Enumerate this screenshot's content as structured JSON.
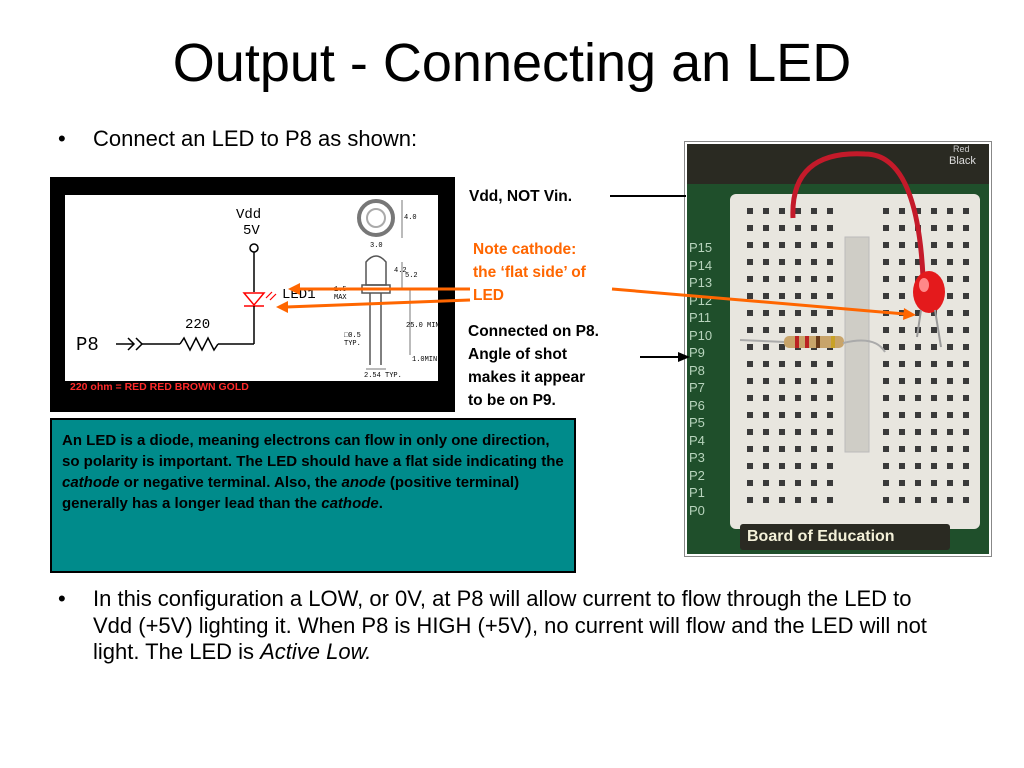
{
  "title": "Output - Connecting an LED",
  "bullets": {
    "symbol": "•",
    "first": "Connect an LED to P8 as shown:",
    "second_part1": "In this configuration a LOW, or 0V, at P8 will allow current to flow through the LED to Vdd (+5V) lighting it.  When P8 is HIGH (+5V), no current will flow and the LED will not light. The LED is ",
    "second_italic": "Active Low."
  },
  "schematic": {
    "vdd_label": "Vdd",
    "vdd_value": "5V",
    "led_label": "LED1",
    "resistor_value": "220",
    "pin_label": "P8",
    "resistor_note": "220 ohm = RED RED BROWN GOLD",
    "dims": [
      "4.0",
      "3.0",
      "4.2",
      "5.2",
      "1.5",
      "MAX",
      "25.0 MIN",
      "□0.5",
      "TYP.",
      "1.0MIN",
      "2.54 TYP."
    ]
  },
  "annotations": {
    "vdd": "Vdd, NOT Vin.",
    "cathode_line1": "Note cathode:",
    "cathode_line2": "the ‘flat side’ of",
    "cathode_line3": "LED",
    "p8_line1": "Connected on P8.",
    "p8_line2": "Angle of shot",
    "p8_line3": "makes it appear",
    "p8_line4": "to be on P9."
  },
  "info_box": {
    "part1": "An LED is a diode, meaning electrons can flow in only one direction, so polarity is important. The LED should have a flat side indicating the ",
    "cathode1": "cathode",
    "part2": " or negative terminal.  Also, the ",
    "anode": "anode",
    "part3": " (positive terminal) generally has a longer lead than the ",
    "cathode2": "cathode",
    "part4": "."
  },
  "photo": {
    "board_label": "Board of Education",
    "top_right_label_1": "Red",
    "top_right_label_2": "Black",
    "pin_labels": [
      "P15",
      "P14",
      "P13",
      "P12",
      "P11",
      "P10",
      "P9",
      "P8",
      "P7",
      "P6",
      "P5",
      "P4",
      "P3",
      "P2",
      "P1",
      "P0"
    ]
  },
  "colors": {
    "teal": "#008b8b",
    "orange": "#ff6600",
    "resistor_note_red": "#ff2a2a",
    "board_green": "#1f4f2b"
  }
}
